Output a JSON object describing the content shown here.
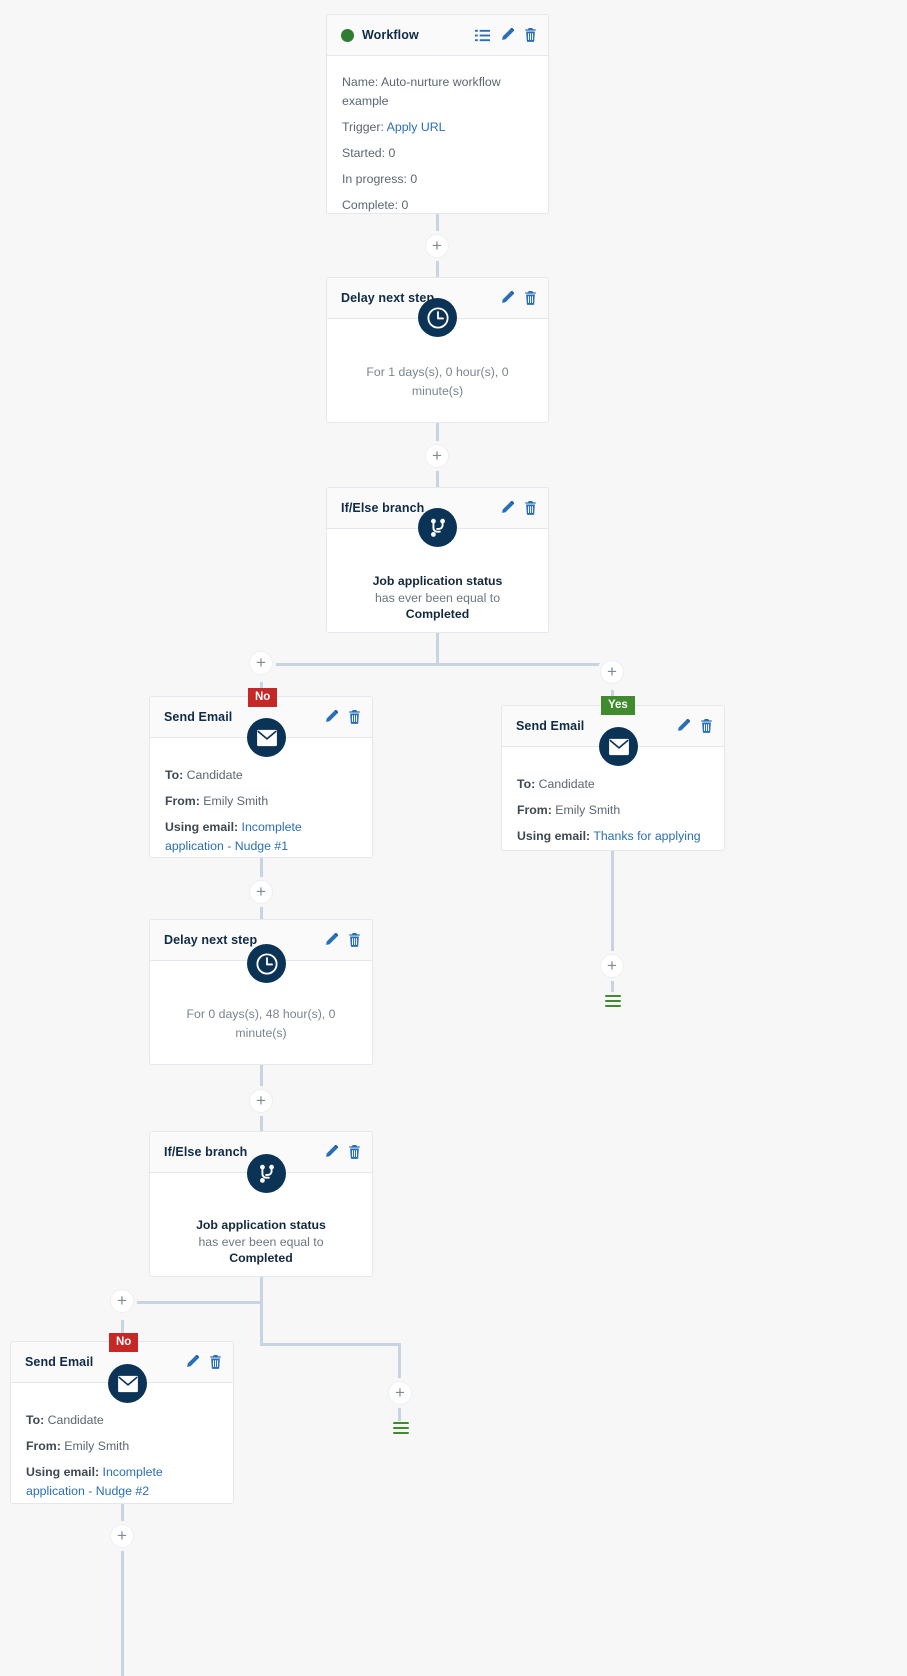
{
  "workflow_card": {
    "title": "Workflow",
    "status_color": "#2e7d32",
    "icons": [
      "list-icon",
      "edit-icon",
      "delete-icon"
    ],
    "fields": {
      "name_label": "Name:",
      "name_value": "Auto-nurture workflow example",
      "trigger_label": "Trigger:",
      "trigger_value": "Apply URL",
      "started_label": "Started:",
      "started_value": "0",
      "in_progress_label": "In progress:",
      "in_progress_value": "0",
      "complete_label": "Complete:",
      "complete_value": "0"
    }
  },
  "delay_1": {
    "title": "Delay next step",
    "text": "For 1 days(s), 0 hour(s), 0 minute(s)"
  },
  "branch_1": {
    "title": "If/Else branch",
    "line1": "Job application status",
    "line2_prefix": "has ever been equal to ",
    "line2_value": "Completed"
  },
  "email_no_1": {
    "title": "Send Email",
    "badge": "No",
    "to_label": "To:",
    "to_value": "Candidate",
    "from_label": "From:",
    "from_value": "Emily Smith",
    "using_label": "Using email:",
    "using_value": "Incomplete application - Nudge #1"
  },
  "email_yes_1": {
    "title": "Send Email",
    "badge": "Yes",
    "to_label": "To:",
    "to_value": "Candidate",
    "from_label": "From:",
    "from_value": "Emily Smith",
    "using_label": "Using email:",
    "using_value": "Thanks for applying"
  },
  "delay_2": {
    "title": "Delay next step",
    "text": "For 0 days(s), 48 hour(s), 0 minute(s)"
  },
  "branch_2": {
    "title": "If/Else branch",
    "line1": "Job application status",
    "line2_prefix": "has ever been equal to ",
    "line2_value": "Completed"
  },
  "email_no_2": {
    "title": "Send Email",
    "badge": "No",
    "to_label": "To:",
    "to_value": "Candidate",
    "from_label": "From:",
    "from_value": "Emily Smith",
    "using_label": "Using email:",
    "using_value": "Incomplete application - Nudge #2"
  },
  "controls": {
    "add_label": "+",
    "plus_count": 9
  },
  "colors": {
    "accent_dark": "#0b3356",
    "link": "#2a6eb5",
    "connector": "#c9d4e2",
    "no_badge": "#c62828",
    "yes_badge": "#3f8b2e",
    "end_marker": "#3f8b2e",
    "canvas": "#f7f7f7"
  }
}
